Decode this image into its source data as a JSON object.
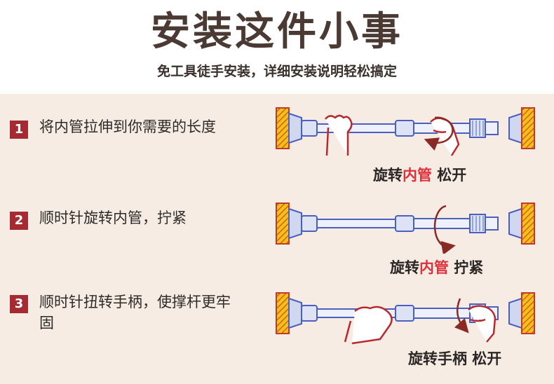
{
  "header": {
    "title": "安装这件小事",
    "subtitle": "免工具徒手安装，详细安装说明轻松搞定"
  },
  "steps": [
    {
      "number": "1",
      "text": "将内管拉伸到你需要的长度",
      "caption": {
        "pre": "旋转",
        "highlight": "内管",
        "post": " 松开"
      }
    },
    {
      "number": "2",
      "text": "顺时针旋转内管，拧紧",
      "caption": {
        "pre": "旋转",
        "highlight": "内管",
        "post": " 拧紧"
      }
    },
    {
      "number": "3",
      "text": "顺时针扭转手柄，使撑杆更牢固",
      "caption": {
        "pre": "旋转手柄 松开",
        "highlight": "",
        "post": ""
      }
    }
  ],
  "colors": {
    "badge": "#a52a32",
    "highlight": "#e0303a",
    "rod": "#4a5fc0",
    "end_pad": "#f2c21a",
    "arrow": "#b02a2a"
  }
}
